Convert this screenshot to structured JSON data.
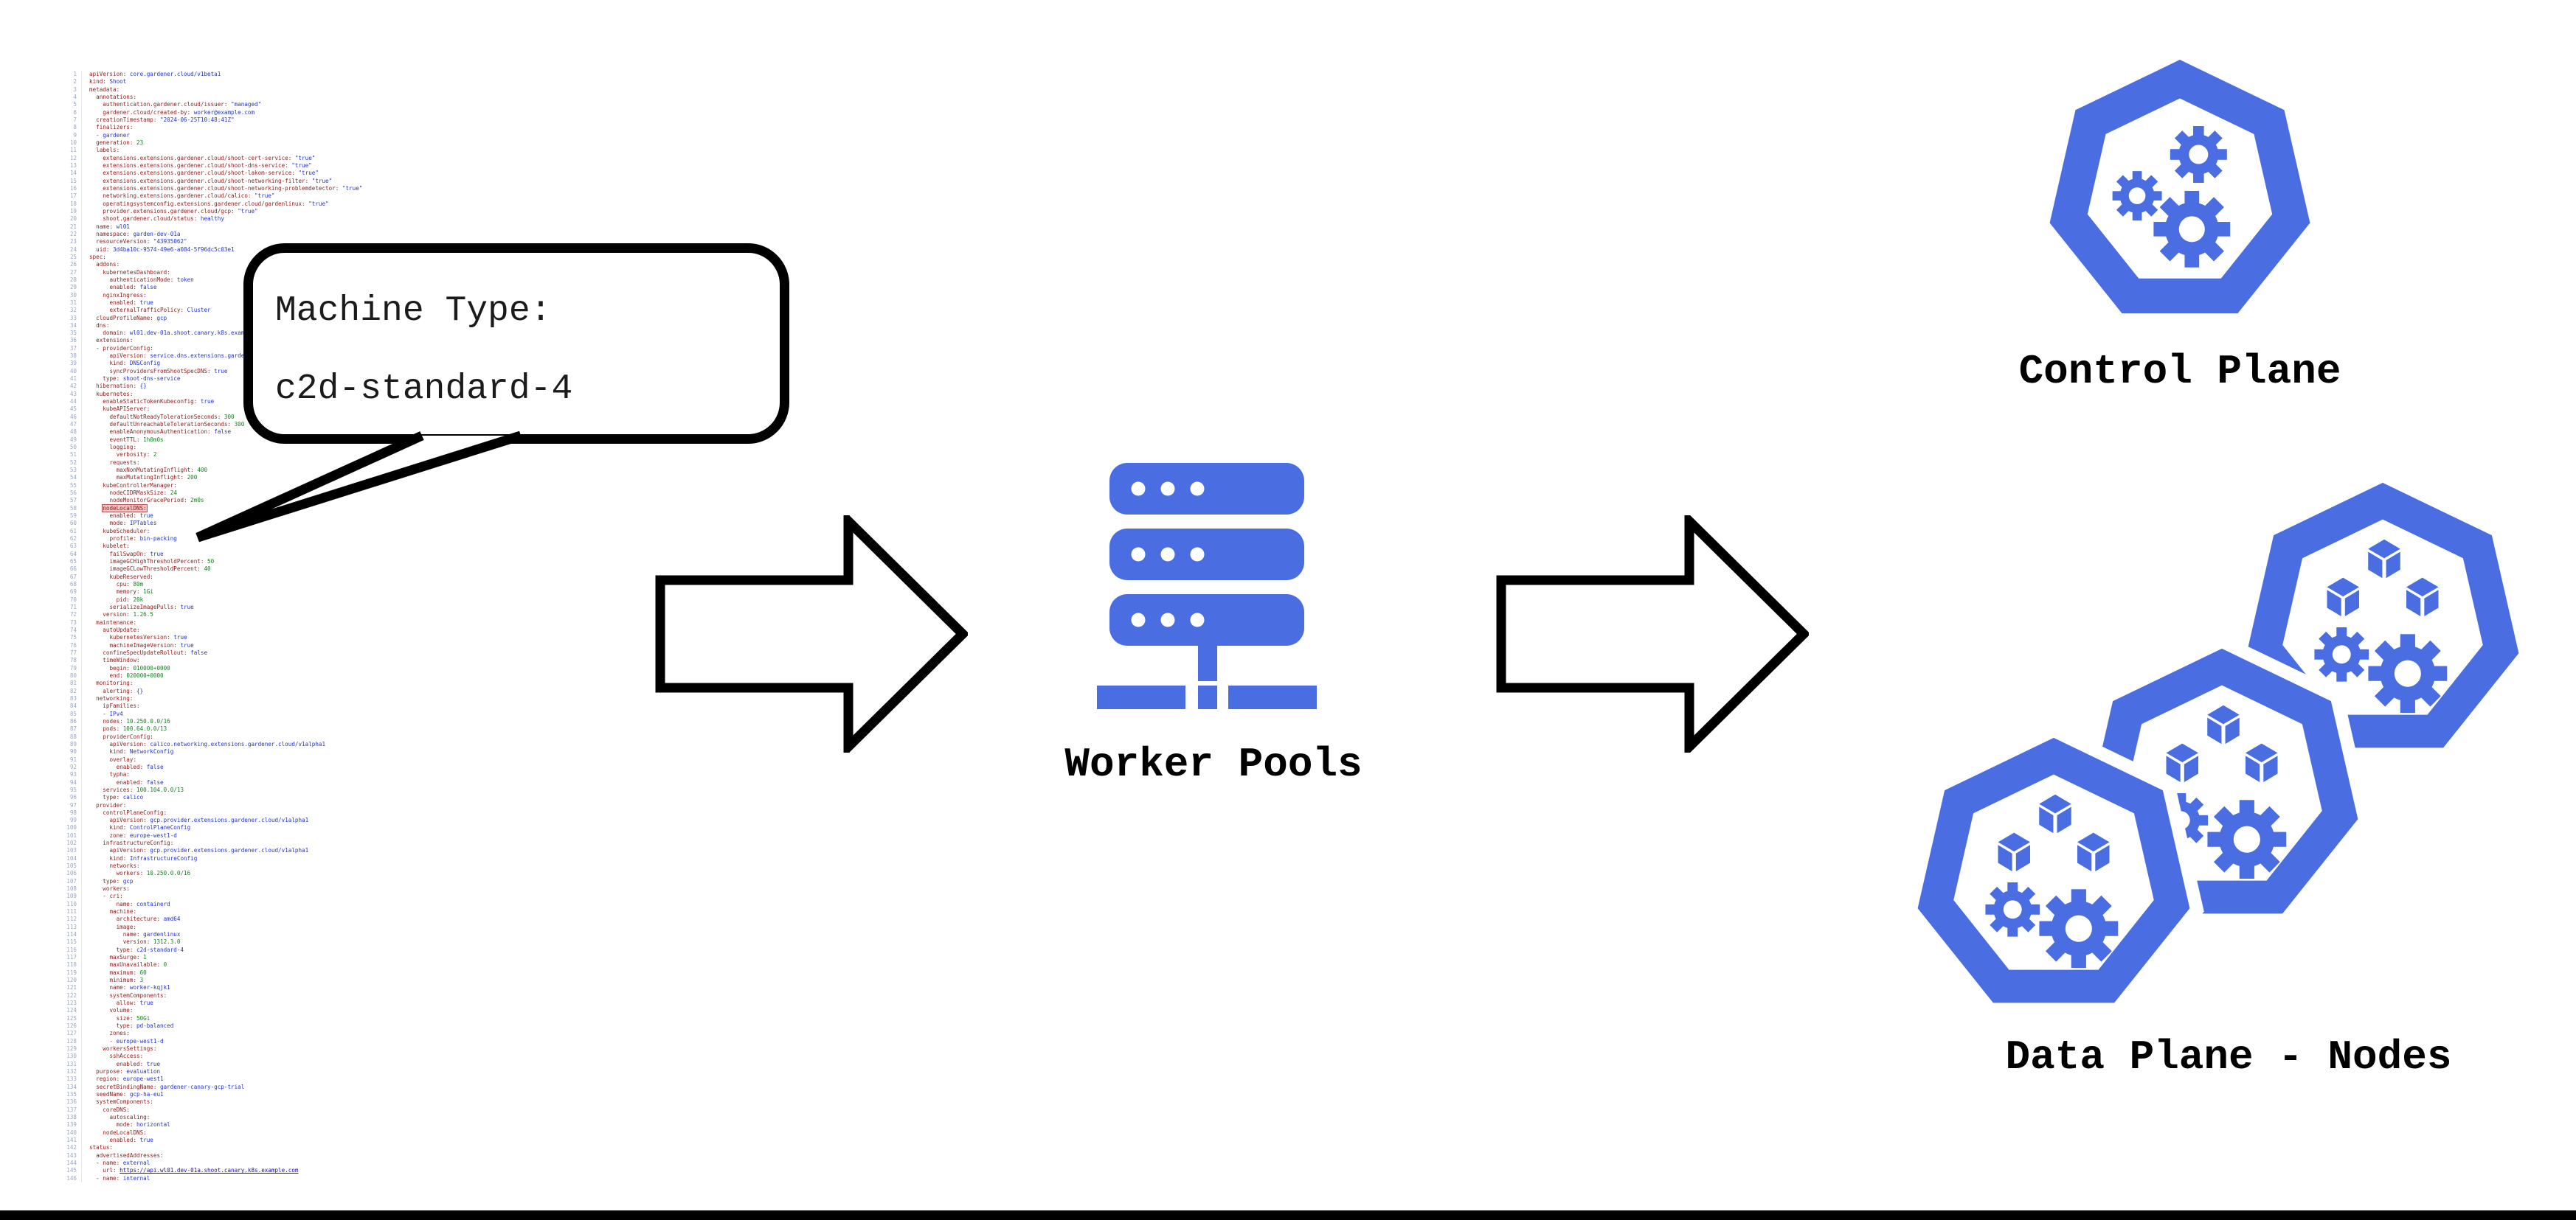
{
  "colors": {
    "accent_blue": "#4A6EE2",
    "key": "#8a1c1c",
    "val": "#2433c4",
    "num": "#14801f",
    "link": "#1a0dab",
    "linenum": "#9aa6bd",
    "edge": "#000000"
  },
  "bubble": {
    "line1": "Machine Type:",
    "line2": "c2d-standard-4"
  },
  "labels": {
    "worker_pools": "Worker Pools",
    "control_plane": "Control Plane",
    "data_plane": "Data Plane - Nodes"
  },
  "code": {
    "highlight_line": 58,
    "lines": [
      "apiVersion: core.gardener.cloud/v1beta1",
      "kind: Shoot",
      "metadata:",
      "  annotations:",
      "    authentication.gardener.cloud/issuer: \"managed\"",
      "    gardener.cloud/created-by: worker@example.com",
      "  creationTimestamp: \"2024-06-25T10:48:41Z\"",
      "  finalizers:",
      "  - gardener",
      "  generation: 23",
      "  labels:",
      "    extensions.extensions.gardener.cloud/shoot-cert-service: \"true\"",
      "    extensions.extensions.gardener.cloud/shoot-dns-service: \"true\"",
      "    extensions.extensions.gardener.cloud/shoot-lakom-service: \"true\"",
      "    extensions.extensions.gardener.cloud/shoot-networking-filter: \"true\"",
      "    extensions.extensions.gardener.cloud/shoot-networking-problemdetector: \"true\"",
      "    networking.extensions.gardener.cloud/calico: \"true\"",
      "    operatingsystemconfig.extensions.gardener.cloud/gardenlinux: \"true\"",
      "    provider.extensions.gardener.cloud/gcp: \"true\"",
      "    shoot.gardener.cloud/status: healthy",
      "  name: wl01",
      "  namespace: garden-dev-01a",
      "  resourceVersion: \"43935062\"",
      "  uid: 3d4ba10c-9574-49e6-a084-5f96dc5c03e1",
      "spec:",
      "  addons:",
      "    kubernetesDashboard:",
      "      authenticationMode: token",
      "      enabled: false",
      "    nginxIngress:",
      "      enabled: true",
      "      externalTrafficPolicy: Cluster",
      "  cloudProfileName: gcp",
      "  dns:",
      "    domain: wl01.dev-01a.shoot.canary.k8s.example.com",
      "  extensions:",
      "  - providerConfig:",
      "      apiVersion: service.dns.extensions.gardener.cloud/v1alpha1",
      "      kind: DNSConfig",
      "      syncProvidersFromShootSpecDNS: true",
      "    type: shoot-dns-service",
      "  hibernation: {}",
      "  kubernetes:",
      "    enableStaticTokenKubeconfig: true",
      "    kubeAPIServer:",
      "      defaultNotReadyTolerationSeconds: 300",
      "      defaultUnreachableTolerationSeconds: 300",
      "      enableAnonymousAuthentication: false",
      "      eventTTL: 1h0m0s",
      "      logging:",
      "        verbosity: 2",
      "      requests:",
      "        maxNonMutatingInflight: 400",
      "        maxMutatingInflight: 200",
      "    kubeControllerManager:",
      "      nodeCIDRMaskSize: 24",
      "      nodeMonitorGracePeriod: 2m0s",
      "    nodeLocalDNS:",
      "      enabled: true",
      "      mode: IPTables",
      "    kubeScheduler:",
      "      profile: bin-packing",
      "    kubelet:",
      "      failSwapOn: true",
      "      imageGCHighThresholdPercent: 50",
      "      imageGCLowThresholdPercent: 40",
      "      kubeReserved:",
      "        cpu: 80m",
      "        memory: 1Gi",
      "        pid: 20k",
      "      serializeImagePulls: true",
      "    version: 1.26.5",
      "  maintenance:",
      "    autoUpdate:",
      "      kubernetesVersion: true",
      "      machineImageVersion: true",
      "    confineSpecUpdateRollout: false",
      "    timeWindow:",
      "      begin: 010000+0000",
      "      end: 020000+0000",
      "  monitoring:",
      "    alerting: {}",
      "  networking:",
      "    ipFamilies:",
      "    - IPv4",
      "    nodes: 10.250.0.0/16",
      "    pods: 100.64.0.0/13",
      "    providerConfig:",
      "      apiVersion: calico.networking.extensions.gardener.cloud/v1alpha1",
      "      kind: NetworkConfig",
      "      overlay:",
      "        enabled: false",
      "      typha:",
      "        enabled: false",
      "    services: 100.104.0.0/13",
      "    type: calico",
      "  provider:",
      "    controlPlaneConfig:",
      "      apiVersion: gcp.provider.extensions.gardener.cloud/v1alpha1",
      "      kind: ControlPlaneConfig",
      "      zone: europe-west1-d",
      "    infrastructureConfig:",
      "      apiVersion: gcp.provider.extensions.gardener.cloud/v1alpha1",
      "      kind: InfrastructureConfig",
      "      networks:",
      "        workers: 10.250.0.0/16",
      "    type: gcp",
      "    workers:",
      "    - cri:",
      "        name: containerd",
      "      machine:",
      "        architecture: amd64",
      "        image:",
      "          name: gardenlinux",
      "          version: 1312.3.0",
      "        type: c2d-standard-4",
      "      maxSurge: 1",
      "      maxUnavailable: 0",
      "      maximum: 60",
      "      minimum: 3",
      "      name: worker-kqjk1",
      "      systemComponents:",
      "        allow: true",
      "      volume:",
      "        size: 50Gi",
      "        type: pd-balanced",
      "      zones:",
      "      - europe-west1-d",
      "    workersSettings:",
      "      sshAccess:",
      "        enabled: true",
      "  purpose: evaluation",
      "  region: europe-west1",
      "  secretBindingName: gardener-canary-gcp-trial",
      "  seedName: gcp-ha-eu1",
      "  systemComponents:",
      "    coreDNS:",
      "      autoscaling:",
      "        mode: horizontal",
      "    nodeLocalDNS:",
      "      enabled: true",
      "status:",
      "  advertisedAddresses:",
      "  - name: external",
      "    url: https://api.wl01.dev-01a.shoot.canary.k8s.example.com",
      "  - name: internal"
    ]
  }
}
